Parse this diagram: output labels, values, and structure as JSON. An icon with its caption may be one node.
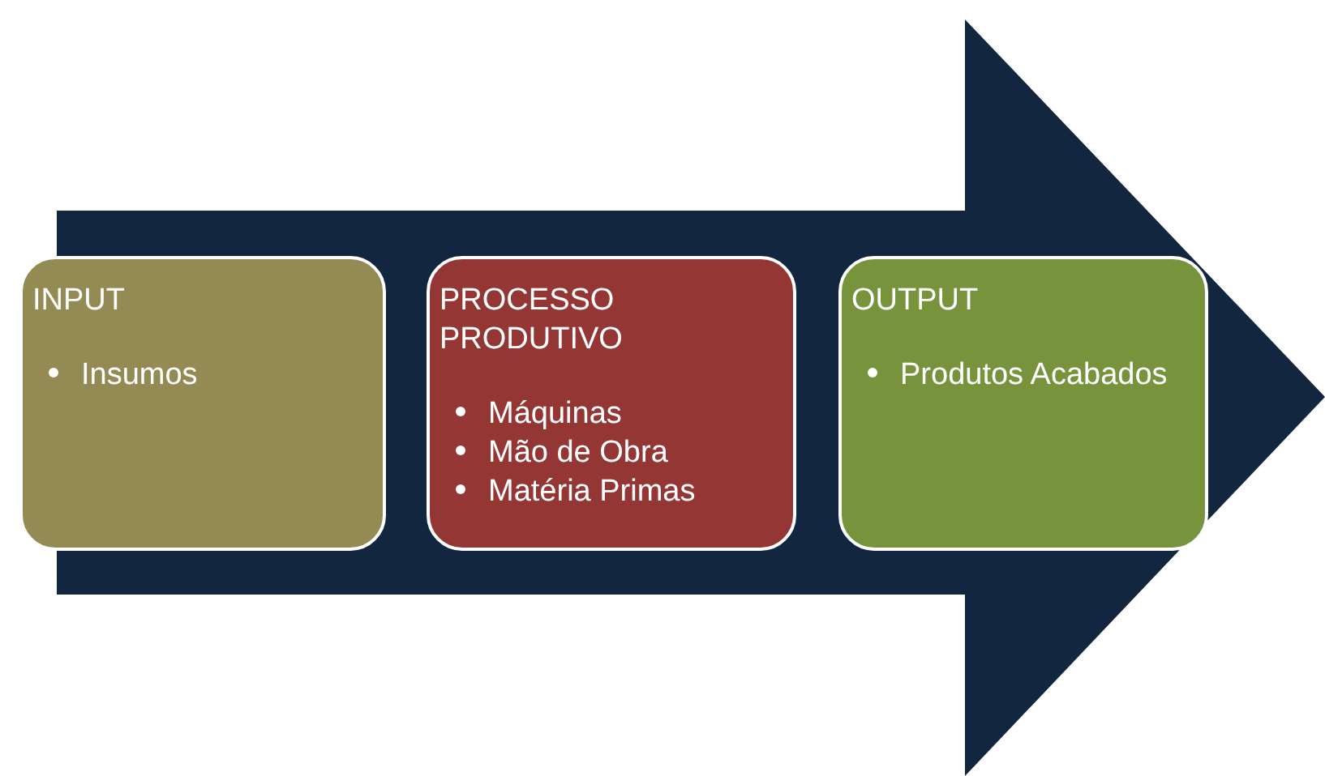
{
  "diagram": {
    "nodes": [
      {
        "text": [
          "INPUT",
          "Insumos"
        ]
      },
      {
        "text": [
          "PROCESSO PRODUTIVO",
          "Máquinas",
          "Mão de Obra",
          "Matéria Primas"
        ]
      },
      {
        "text": [
          "OUTPUT",
          "Produtos Acabados"
        ]
      }
    ]
  }
}
